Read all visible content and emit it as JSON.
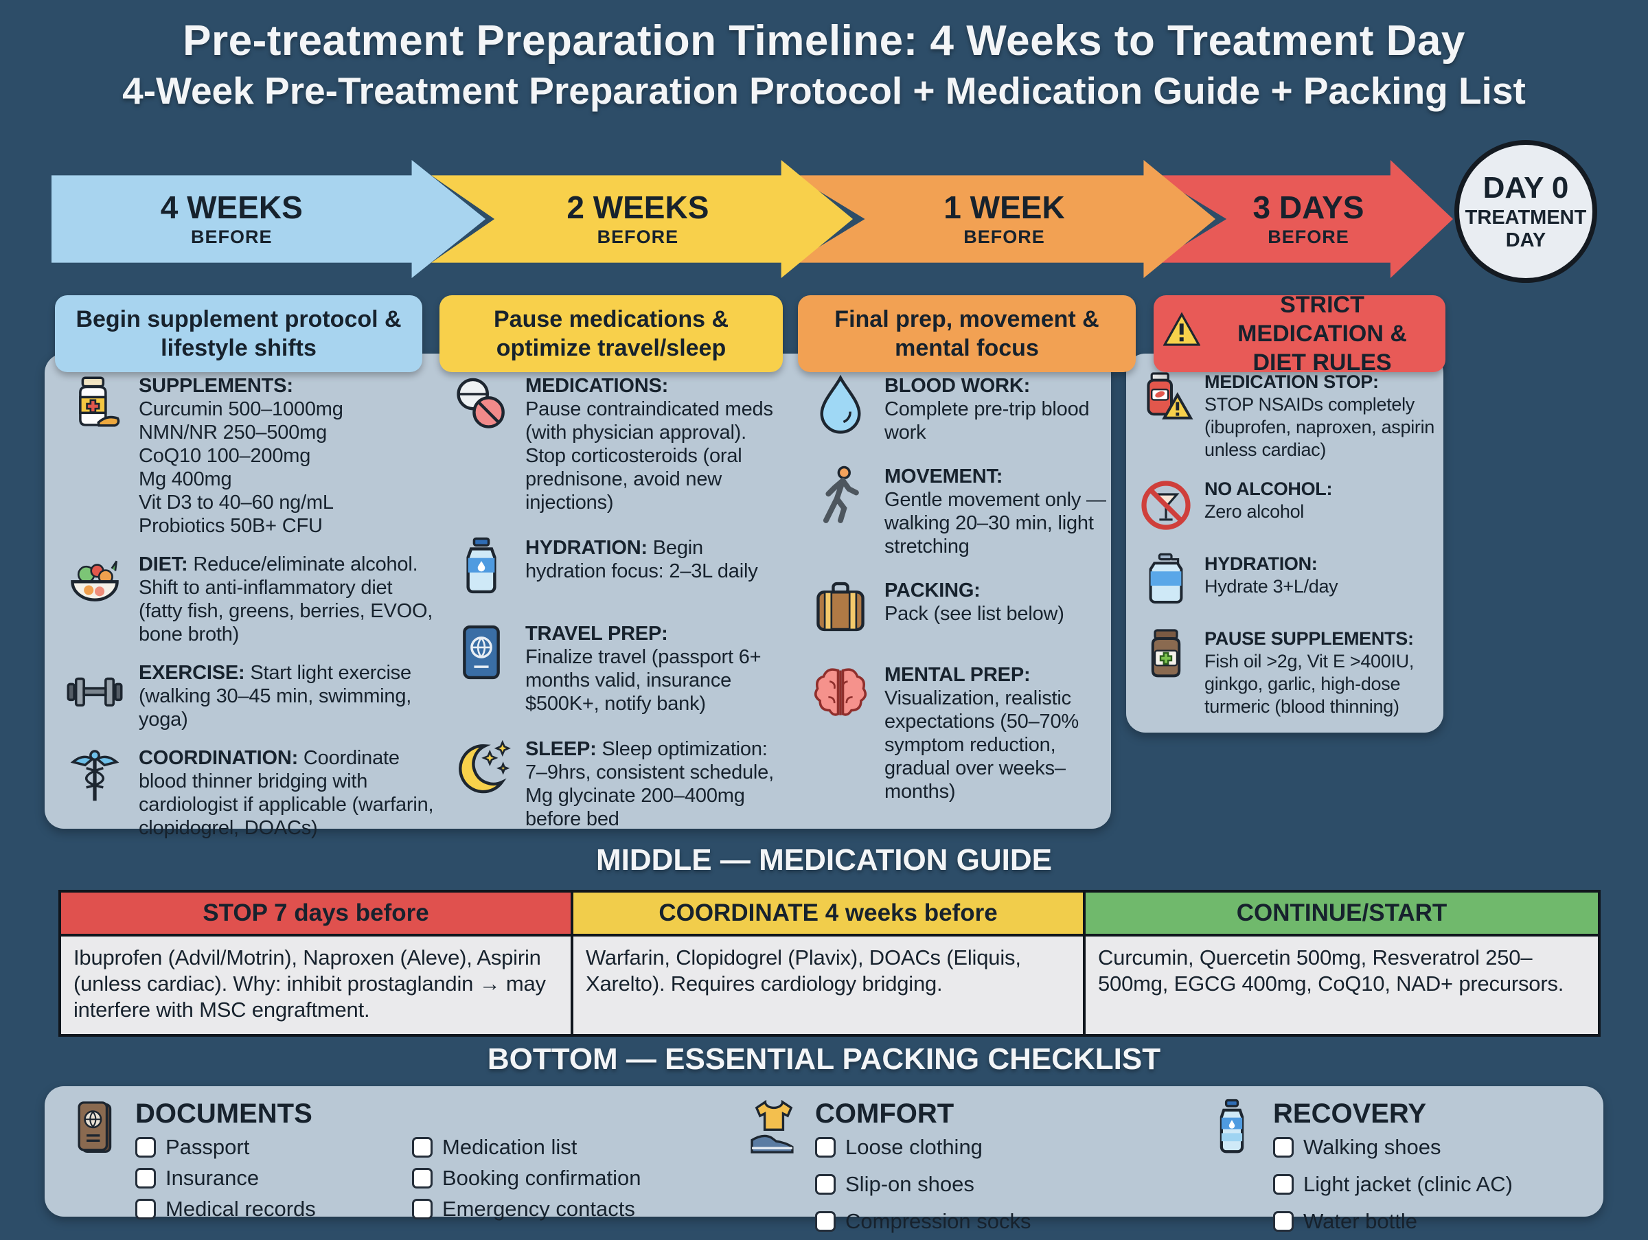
{
  "header": {
    "title": "Pre-treatment Preparation Timeline: 4 Weeks to Treatment Day",
    "subtitle": "4-Week Pre-Treatment Preparation Protocol + Medication Guide + Packing List"
  },
  "colors": {
    "background": "#2d4d68",
    "panel": "#b9c8d5",
    "stage_blue": "#a8d4ef",
    "stage_yellow": "#f8d04b",
    "stage_orange": "#f2a153",
    "stage_red": "#e85a57",
    "day0_circle": "#e9edf2",
    "table_red": "#e0514e",
    "table_yellow": "#f1cd4b",
    "table_green": "#70b96c",
    "table_body": "#eaeaec"
  },
  "timeline": {
    "stages": [
      {
        "label": "4 WEEKS",
        "sublabel": "BEFORE",
        "color": "#a8d4ef"
      },
      {
        "label": "2 WEEKS",
        "sublabel": "BEFORE",
        "color": "#f8d04b"
      },
      {
        "label": "1 WEEK",
        "sublabel": "BEFORE",
        "color": "#f2a153"
      },
      {
        "label": "3 DAYS",
        "sublabel": "BEFORE",
        "color": "#e85a57"
      }
    ],
    "day0": {
      "label": "DAY 0",
      "sublabel": "TREATMENT DAY"
    }
  },
  "columns": [
    {
      "chip": {
        "label": "Begin supplement protocol & lifestyle shifts",
        "color": "#a8d4ef",
        "warning_icon": false
      },
      "items": [
        {
          "icon": "supplement-bottle-icon",
          "title": "SUPPLEMENTS:",
          "inline": false,
          "body": [
            "Curcumin 500–1000mg",
            "NMN/NR 250–500mg",
            "CoQ10 100–200mg",
            "Mg 400mg",
            "Vit D3 to 40–60 ng/mL",
            "Probiotics 50B+ CFU"
          ]
        },
        {
          "icon": "salad-bowl-icon",
          "title": "DIET:",
          "inline": true,
          "body": [
            "Reduce/eliminate alcohol. Shift to anti-inflammatory diet (fatty fish, greens, berries, EVOO, bone broth)"
          ]
        },
        {
          "icon": "dumbbell-icon",
          "title": "EXERCISE:",
          "inline": true,
          "body": [
            "Start light exercise (walking 30–45 min, swimming, yoga)"
          ]
        },
        {
          "icon": "caduceus-icon",
          "title": "COORDINATION:",
          "inline": true,
          "body": [
            "Coordinate blood thinner bridging with cardiologist if applicable (warfarin, clopidogrel, DOACs)"
          ]
        }
      ]
    },
    {
      "chip": {
        "label": "Pause medications & optimize travel/sleep",
        "color": "#f8d04b",
        "warning_icon": false
      },
      "items": [
        {
          "icon": "pills-icon",
          "title": "MEDICATIONS:",
          "inline": false,
          "body": [
            "Pause contraindicated meds (with physician approval). Stop corticosteroids (oral prednisone, avoid new injections)"
          ]
        },
        {
          "icon": "water-bottle-icon",
          "title": "HYDRATION:",
          "inline": true,
          "body": [
            "Begin hydration focus: 2–3L daily"
          ]
        },
        {
          "icon": "passport-icon",
          "title": "TRAVEL PREP:",
          "inline": false,
          "body": [
            "Finalize travel (passport 6+ months valid, insurance $500K+, notify bank)"
          ]
        },
        {
          "icon": "moon-stars-icon",
          "title": "SLEEP:",
          "inline": true,
          "body": [
            "Sleep optimization: 7–9hrs, consistent schedule, Mg glycinate 200–400mg before bed"
          ]
        }
      ]
    },
    {
      "chip": {
        "label": "Final prep, movement & mental focus",
        "color": "#f2a153",
        "warning_icon": false
      },
      "items": [
        {
          "icon": "droplet-icon",
          "title": "BLOOD WORK:",
          "inline": false,
          "body": [
            "Complete pre-trip blood work"
          ]
        },
        {
          "icon": "walking-person-icon",
          "title": "MOVEMENT:",
          "inline": false,
          "body": [
            "Gentle movement only — walking 20–30 min, light stretching"
          ]
        },
        {
          "icon": "suitcase-icon",
          "title": "PACKING:",
          "inline": false,
          "body": [
            "Pack (see list below)"
          ]
        },
        {
          "icon": "brain-icon",
          "title": "MENTAL PREP:",
          "inline": false,
          "body": [
            "Visualization, realistic expectations (50–70% symptom reduction, gradual over weeks–months)"
          ]
        }
      ]
    },
    {
      "chip": {
        "label": "STRICT MEDICATION & DIET RULES",
        "color": "#e85a57",
        "warning_icon": true
      },
      "items": [
        {
          "icon": "nsaid-warning-icon",
          "title": "MEDICATION STOP:",
          "inline": false,
          "body": [
            "STOP NSAIDs completely (ibuprofen, naproxen, aspirin unless cardiac)"
          ]
        },
        {
          "icon": "no-alcohol-icon",
          "title": "NO ALCOHOL:",
          "inline": false,
          "body": [
            "Zero alcohol"
          ]
        },
        {
          "icon": "water-jug-icon",
          "title": "HYDRATION:",
          "inline": false,
          "body": [
            "Hydrate 3+L/day"
          ]
        },
        {
          "icon": "supplement-jar-icon",
          "title": "PAUSE SUPPLEMENTS:",
          "inline": false,
          "body": [
            "Fish oil >2g, Vit E >400IU, ginkgo, garlic, high-dose turmeric (blood thinning)"
          ]
        }
      ]
    }
  ],
  "medication_guide": {
    "heading": "MIDDLE — MEDICATION GUIDE",
    "columns": [
      {
        "header": "STOP 7 days before",
        "color": "#e0514e",
        "text": "Ibuprofen (Advil/Motrin), Naproxen (Aleve), Aspirin (unless cardiac). Why: inhibit prostaglandin → may interfere with MSC engraftment."
      },
      {
        "header": "COORDINATE 4 weeks before",
        "color": "#f1cd4b",
        "text": "Warfarin, Clopidogrel (Plavix), DOACs (Eliquis, Xarelto). Requires cardiology bridging."
      },
      {
        "header": "CONTINUE/START",
        "color": "#70b96c",
        "text": "Curcumin, Quercetin 500mg, Resveratrol 250–500mg, EGCG 400mg, CoQ10, NAD+ precursors."
      }
    ]
  },
  "packing": {
    "heading": "BOTTOM — ESSENTIAL PACKING CHECKLIST",
    "groups": [
      {
        "icon": "documents-passport-icon",
        "title": "DOCUMENTS",
        "two_columns": true,
        "items": [
          "Passport",
          "Insurance",
          "Medical records",
          "Medication list",
          "Booking confirmation",
          "Emergency contacts"
        ]
      },
      {
        "icon": "comfort-clothing-icon",
        "title": "COMFORT",
        "two_columns": false,
        "items": [
          "Loose clothing",
          "Slip-on shoes",
          "Compression socks"
        ]
      },
      {
        "icon": "recovery-bottle-icon",
        "title": "RECOVERY",
        "two_columns": false,
        "items": [
          "Walking shoes",
          "Light jacket (clinic AC)",
          "Water bottle"
        ]
      }
    ]
  }
}
